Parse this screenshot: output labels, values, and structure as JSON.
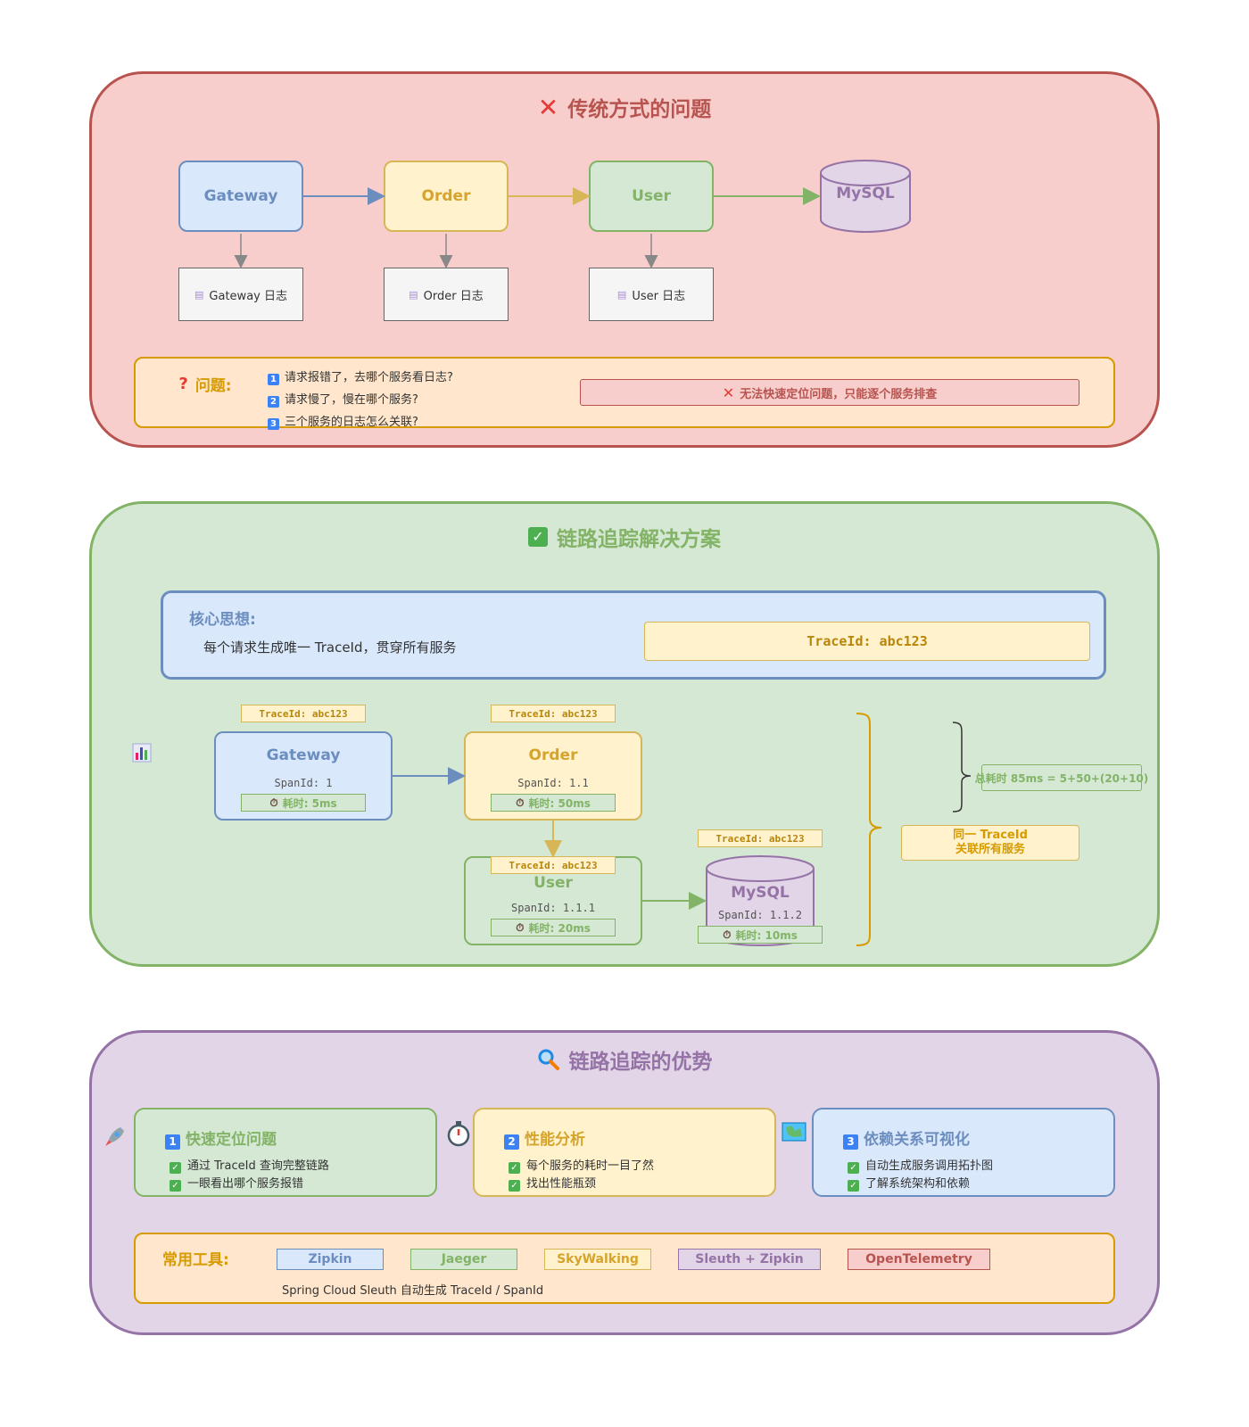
{
  "problem": {
    "title": "传统方式的问题",
    "services": [
      "Gateway",
      "Order",
      "User"
    ],
    "db": "MySQL",
    "logs": [
      "Gateway 日志",
      "Order 日志",
      "User 日志"
    ],
    "issue_label": "问题:",
    "issues": [
      "请求报错了，去哪个服务看日志?",
      "请求慢了，慢在哪个服务?",
      "三个服务的日志怎么关联?"
    ],
    "issue_numbers": [
      "1",
      "2",
      "3"
    ],
    "conclusion": "无法快速定位问题，只能逐个服务排查"
  },
  "solution": {
    "title": "链路追踪解决方案",
    "core_title": "核心思想:",
    "core_desc": "每个请求生成唯一 TraceId，贯穿所有服务",
    "trace_main": "TraceId: abc123",
    "nodes": [
      {
        "name": "Gateway",
        "trace": "TraceId: abc123",
        "span": "SpanId: 1",
        "cost": "耗时: 5ms"
      },
      {
        "name": "Order",
        "trace": "TraceId: abc123",
        "span": "SpanId: 1.1",
        "cost": "耗时: 50ms"
      },
      {
        "name": "User",
        "trace": "TraceId: abc123",
        "span": "SpanId: 1.1.1",
        "cost": "耗时: 20ms"
      },
      {
        "name": "MySQL",
        "trace": "TraceId: abc123",
        "span": "SpanId: 1.1.2",
        "cost": "耗时: 10ms"
      }
    ],
    "total": "总耗时 85ms = 5+50+(20+10)",
    "same_trace": [
      "同一 TraceId",
      "关联所有服务"
    ]
  },
  "advantages": {
    "title": "链路追踪的优势",
    "features": [
      {
        "num": "1",
        "title": "快速定位问题",
        "items": [
          "通过 TraceId 查询完整链路",
          "一眼看出哪个服务报错"
        ]
      },
      {
        "num": "2",
        "title": "性能分析",
        "items": [
          "每个服务的耗时一目了然",
          "找出性能瓶颈"
        ]
      },
      {
        "num": "3",
        "title": "依赖关系可视化",
        "items": [
          "自动生成服务调用拓扑图",
          "了解系统架构和依赖"
        ]
      }
    ],
    "tools_label": "常用工具:",
    "tools": [
      "Zipkin",
      "Jaeger",
      "SkyWalking",
      "Sleuth + Zipkin",
      "OpenTelemetry"
    ],
    "tools_note": "Spring Cloud Sleuth 自动生成 TraceId / SpanId"
  },
  "colors": {
    "red": "#b85450",
    "green": "#82b366",
    "blue": "#6c8ebf",
    "yellow": "#d6b656",
    "purple": "#9673a6",
    "orange": "#d79b00"
  },
  "icons": [
    "cross-icon",
    "question-icon",
    "check-icon",
    "chart-icon",
    "magnifier-icon",
    "rocket-icon",
    "stopwatch-icon",
    "map-icon",
    "log-file-icon"
  ]
}
